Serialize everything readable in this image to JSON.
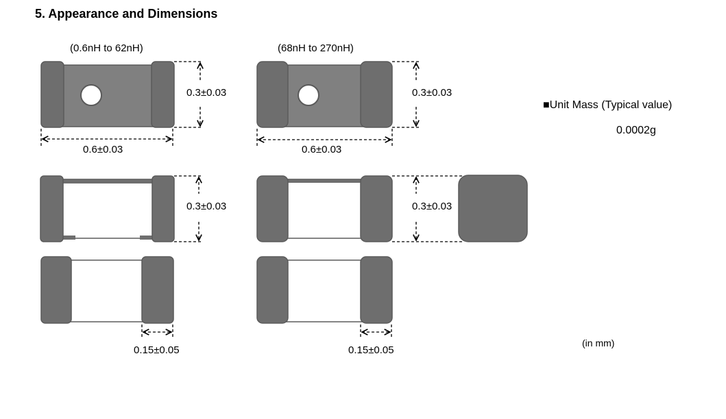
{
  "section": {
    "title": "5. Appearance and Dimensions"
  },
  "variants": [
    {
      "range_label": "(0.6nH to 62nH)"
    },
    {
      "range_label": "(68nH to 270nH)"
    }
  ],
  "dimensions": {
    "height": "0.3±0.03",
    "length": "0.6±0.03",
    "electrode_width": "0.15±0.05"
  },
  "unit_mass": {
    "label": "■Unit Mass (Typical value)",
    "value": "0.0002g"
  },
  "units_note": "(in mm)",
  "colors": {
    "electrode": "#6e6e6e",
    "body_top": "#808080",
    "outline": "#5a5a5a"
  }
}
